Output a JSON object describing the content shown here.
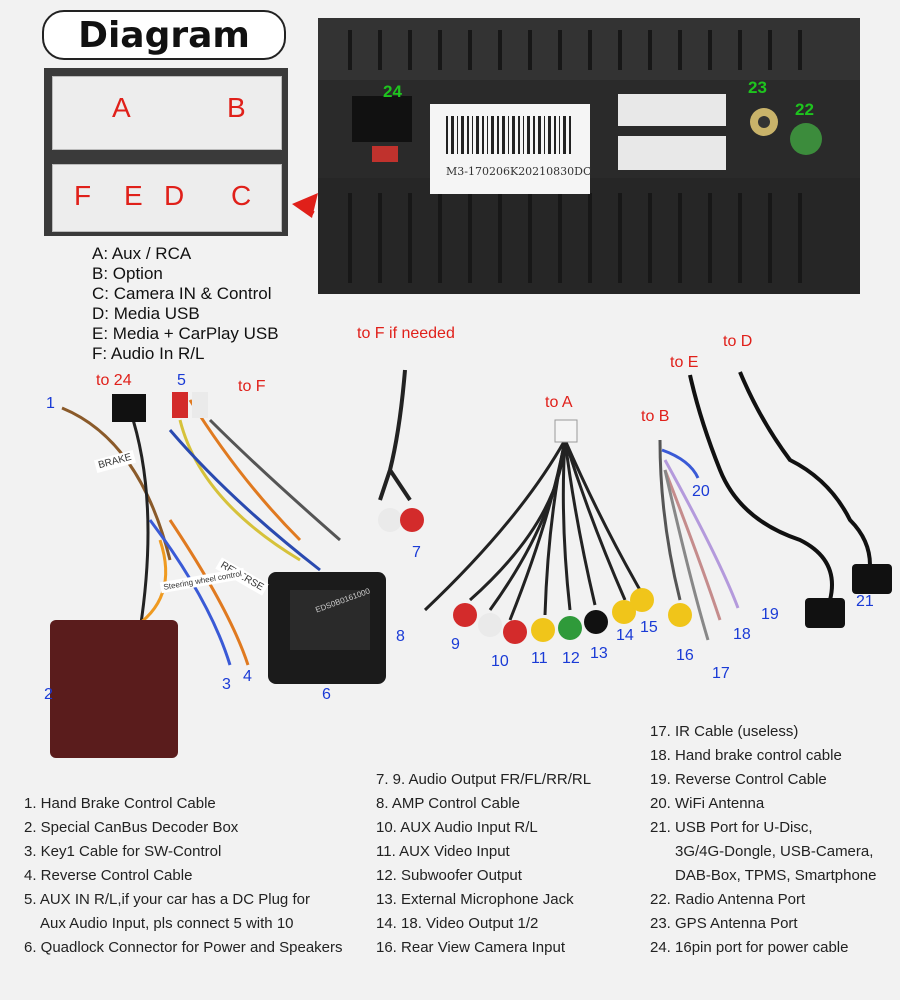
{
  "title": "Diagram",
  "connectors": {
    "A": "A",
    "B": "B",
    "F": "F",
    "E": "E",
    "D": "D",
    "C": "C"
  },
  "legend": [
    "A: Aux / RCA",
    "B: Option",
    "C: Camera IN & Control",
    "D: Media USB",
    "E: Media + CarPlay USB",
    "F: Audio In R/L"
  ],
  "unit_labels": {
    "port_24": "24",
    "port_23": "23",
    "port_22": "22",
    "barcode_text": "M3-170206K20210830DC"
  },
  "targets": {
    "to_24": "to 24",
    "to_f": "to F",
    "to_f_if_needed": "to F if needed",
    "to_a": "to A",
    "to_b": "to B",
    "to_e": "to E",
    "to_d": "to D"
  },
  "numbers": {
    "n1": "1",
    "n2": "2",
    "n3": "3",
    "n4": "4",
    "n5": "5",
    "n6": "6",
    "n7": "7",
    "n8": "8",
    "n9": "9",
    "n10": "10",
    "n11": "11",
    "n12": "12",
    "n13": "13",
    "n14": "14",
    "n15": "15",
    "n16": "16",
    "n17": "17",
    "n18": "18",
    "n19": "19",
    "n20": "20",
    "n21": "21"
  },
  "cable_tags": {
    "brake": "BRAKE",
    "reverse": "REVERSE",
    "key": "Steering wheel control",
    "quadlock": "EDS0B0161000"
  },
  "list_col1": [
    "1. Hand Brake Control Cable",
    "2. Special CanBus Decoder Box",
    "3. Key1 Cable for SW-Control",
    "4. Reverse Control Cable",
    "5. AUX IN R/L,if your car has a DC Plug for",
    "Aux Audio Input, pls connect 5 with 10",
    "6. Quadlock Connector for Power and Speakers"
  ],
  "list_col2": [
    "7. 9. Audio Output FR/FL/RR/RL",
    "8. AMP Control Cable",
    "10. AUX Audio Input R/L",
    "11. AUX Video Input",
    "12. Subwoofer Output",
    "13. External Microphone Jack",
    "14. 18. Video Output 1/2",
    "16. Rear View Camera Input"
  ],
  "list_col3": [
    "17. IR Cable (useless)",
    "18. Hand brake control cable",
    "19. Reverse Control Cable",
    "20. WiFi Antenna",
    "21. USB Port for U-Disc,",
    "3G/4G-Dongle, USB-Camera,",
    "DAB-Box, TPMS, Smartphone",
    "22. Radio Antenna Port",
    "23. GPS Antenna Port",
    "24. 16pin port for power cable"
  ],
  "colors": {
    "red": "#e0201a",
    "blue": "#1a3bd6",
    "green": "#1ec41e"
  }
}
